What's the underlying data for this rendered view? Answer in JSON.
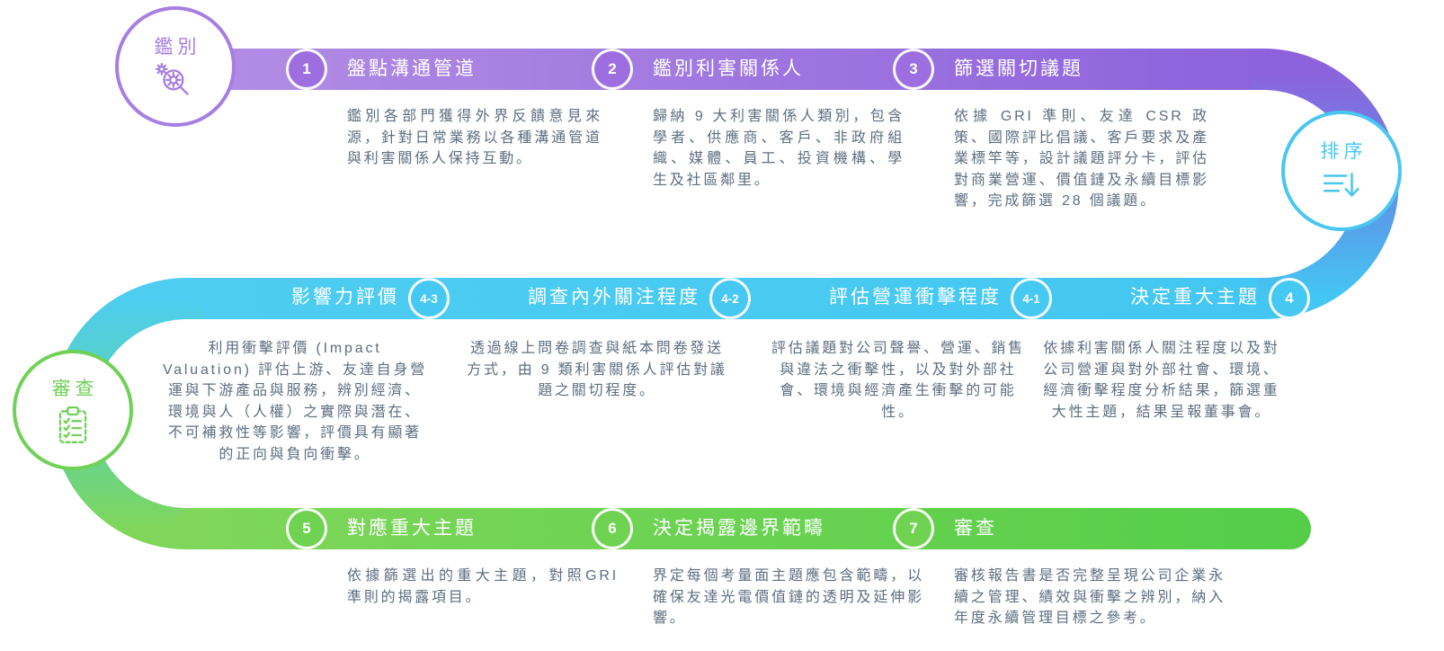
{
  "palette": {
    "purple": "#9c6edf",
    "cyan": "#45c8f1",
    "green": "#6fd251",
    "desc_text": "#5d6e80"
  },
  "stages": [
    {
      "label": "鑑別",
      "icon": "magnifier-gears-icon"
    },
    {
      "label": "排序",
      "icon": "sort-down-arrow-icon"
    },
    {
      "label": "審查",
      "icon": "clipboard-checklist-icon"
    }
  ],
  "rows": {
    "top": {
      "steps": [
        {
          "num": "1",
          "title": "盤點溝通管道",
          "desc": "鑑別各部門獲得外界反饋意見來源，針對日常業務以各種溝通管道與利害關係人保持互動。"
        },
        {
          "num": "2",
          "title": "鑑別利害關係人",
          "desc": "歸納 9 大利害關係人類別，包含學者、供應商、客戶、非政府組織、媒體、員工、投資機構、學生及社區鄰里。"
        },
        {
          "num": "3",
          "title": "篩選關切議題",
          "desc": "依據 GRI 準則、友達 CSR 政策、國際評比倡議、客戶要求及產業標竿等，設計議題評分卡，評估對商業營運、價值鏈及永續目標影響，完成篩選 28 個議題。"
        }
      ]
    },
    "middle": {
      "steps": [
        {
          "num": "4-3",
          "title": "影響力評價",
          "desc": "利用衝擊評價 (Impact Valuation) 評估上游、友達自身營運與下游產品與服務，辨別經濟、環境與人（人權）之實際與潛在、不可補救性等影響，評價具有顯著的正向與負向衝擊。"
        },
        {
          "num": "4-2",
          "title": "調查內外關注程度",
          "desc": "透過線上問卷調查與紙本問卷發送方式，由 9 類利害關係人評估對議題之關切程度。"
        },
        {
          "num": "4-1",
          "title": "評估營運衝擊程度",
          "desc": "評估議題對公司聲譽、營運、銷售與違法之衝擊性，以及對外部社會、環境與經濟產生衝擊的可能性。"
        },
        {
          "num": "4",
          "title": "決定重大主題",
          "desc": "依據利害關係人關注程度以及對公司營運與對外部社會、環境、經濟衝擊程度分析結果，篩選重大性主題，結果呈報董事會。"
        }
      ]
    },
    "bottom": {
      "steps": [
        {
          "num": "5",
          "title": "對應重大主題",
          "desc": "依據篩選出的重大主題，對照GRI 準則的揭露項目。"
        },
        {
          "num": "6",
          "title": "決定揭露邊界範疇",
          "desc": "界定每個考量面主題應包含範疇，以確保友達光電價值鏈的透明及延伸影響。"
        },
        {
          "num": "7",
          "title": "審查",
          "desc": "審核報告書是否完整呈現公司企業永續之管理、績效與衝擊之辨別，納入年度永續管理目標之參考。"
        }
      ]
    }
  }
}
